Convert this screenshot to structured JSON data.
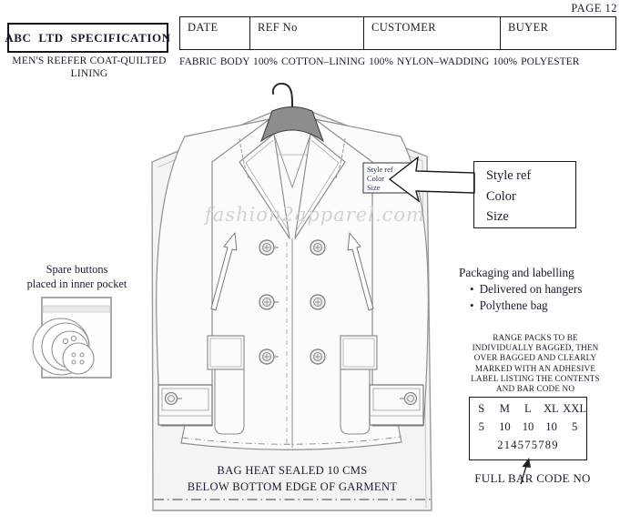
{
  "page_label": "PAGE 12",
  "header": {
    "company": "ABC LTD SPECIFICATION",
    "product": {
      "line1": "MEN'S REEFER COAT-QUILTED",
      "line2": "LINING"
    },
    "fields": [
      {
        "label": "DATE"
      },
      {
        "label": "REF No"
      },
      {
        "label": "CUSTOMER"
      },
      {
        "label": "BUYER"
      }
    ],
    "fabric_note": "FABRIC BODY 100% COTTON–LINING 100% NYLON–WADDING 100% POLYESTER"
  },
  "spare_buttons_note": {
    "line1": "Spare buttons",
    "line2": "placed in inner pocket"
  },
  "garment": {
    "watermark": "fashion2apparel.com",
    "hang_tag": {
      "line1": "Style ref",
      "line2": "Color",
      "line3": "Size"
    },
    "tag_callout": {
      "line1": "Style ref",
      "line2": "Color",
      "line3": "Size"
    },
    "bag_seal_note": {
      "line1": "BAG HEAT SEALED 10 CMS",
      "line2": "BELOW BOTTOM EDGE OF GARMENT"
    }
  },
  "packaging": {
    "title": "Packaging and labelling",
    "bullets": [
      {
        "label": "Delivered on hangers"
      },
      {
        "label": "Polythene bag"
      }
    ],
    "range_note_lines": [
      "RANGE PACKS TO BE",
      "INDIVIDUALLY BAGGED, THEN",
      "OVER BAGGED AND CLEARLY",
      "MARKED WITH AN ADHESIVE",
      "LABEL LISTING THE CONTENTS",
      "AND BAR CODE NO"
    ],
    "size_pack": {
      "sizes": [
        "S",
        "M",
        "L",
        "XL",
        "XXL"
      ],
      "quantities": [
        "5",
        "10",
        "10",
        "10",
        "5"
      ],
      "bar_code": "214575789",
      "caption": "FULL BAR CODE NO"
    }
  },
  "colors": {
    "ink": "#1b1b2f",
    "line_gray": "#8f8f8f",
    "bag_fill": "#f4f4f4",
    "hanger_gray": "#8d8d8d",
    "watermark_gray": "#d2d2d2"
  }
}
